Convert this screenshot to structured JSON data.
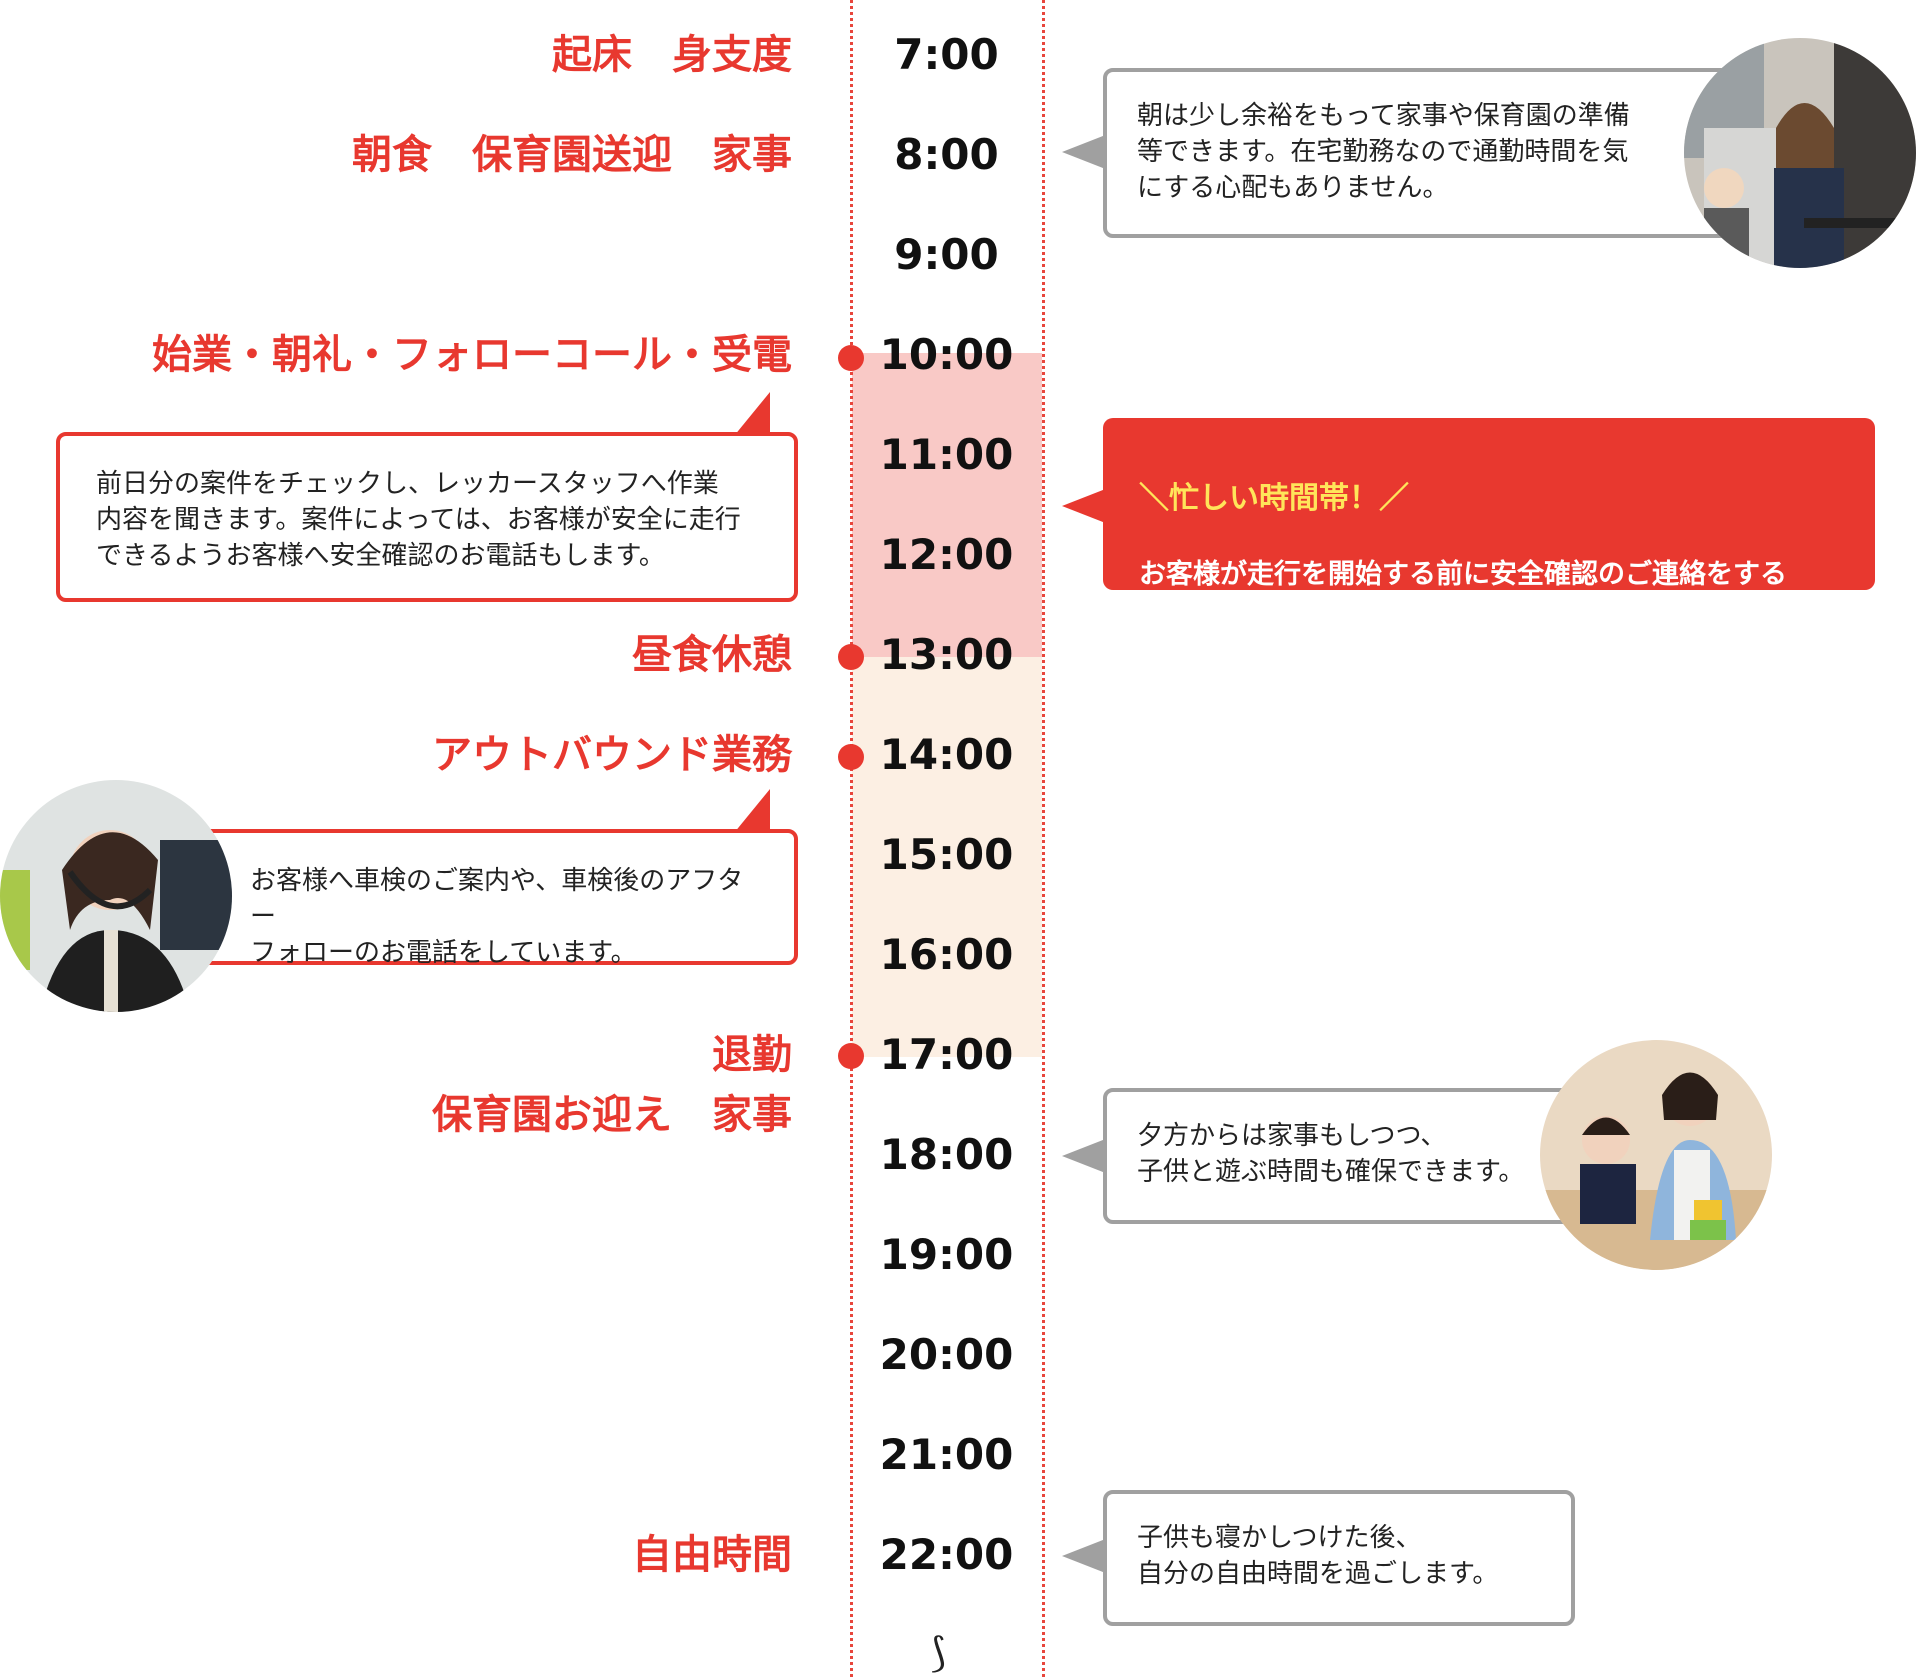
{
  "hours": [
    "7:00",
    "8:00",
    "9:00",
    "10:00",
    "11:00",
    "12:00",
    "13:00",
    "14:00",
    "15:00",
    "16:00",
    "17:00",
    "18:00",
    "19:00",
    "20:00",
    "21:00",
    "22:00"
  ],
  "activities": {
    "wake": "起床　身支度",
    "breakfast": "朝食　保育園送迎　家事",
    "start_work": "始業・朝礼・フォローコール・受電",
    "lunch": "昼食休憩",
    "outbound": "アウトバウンド業務",
    "leave": "退勤",
    "pickup": "保育園お迎え　家事",
    "free": "自由時間"
  },
  "notes": {
    "morning": "朝は少し余裕をもって家事や保育園の準備\n等できます。在宅勤務なので通勤時間を気\nにする心配もありません。",
    "start_work": "前日分の案件をチェックし、レッカースタッフへ作業\n内容を聞きます。案件によっては、お客様が安全に走行\nできるようお客様へ安全確認のお電話もします。",
    "busy_title": "＼忙しい時間帯！／",
    "busy_body": "お客様が走行を開始する前に安全確認のご連絡をする\n必要があるため、スピード感が重要です。",
    "outbound": "お客様へ車検のご案内や、車検後のアフター\nフォローのお電話をしています。",
    "evening": "夕方からは家事もしつつ、\n子供と遊ぶ時間も確保できます。",
    "night": "子供も寝かしつけた後、\n自分の自由時間を過ごします。",
    "continuation": "⟆"
  },
  "colors": {
    "accent": "#e8382f",
    "busy_band": "#f9c9c6",
    "work_band": "#fcefe3",
    "bubble_border": "#a0a0a0"
  },
  "icons": [
    "timeline-dot",
    "speech-tail",
    "photo-circle"
  ]
}
